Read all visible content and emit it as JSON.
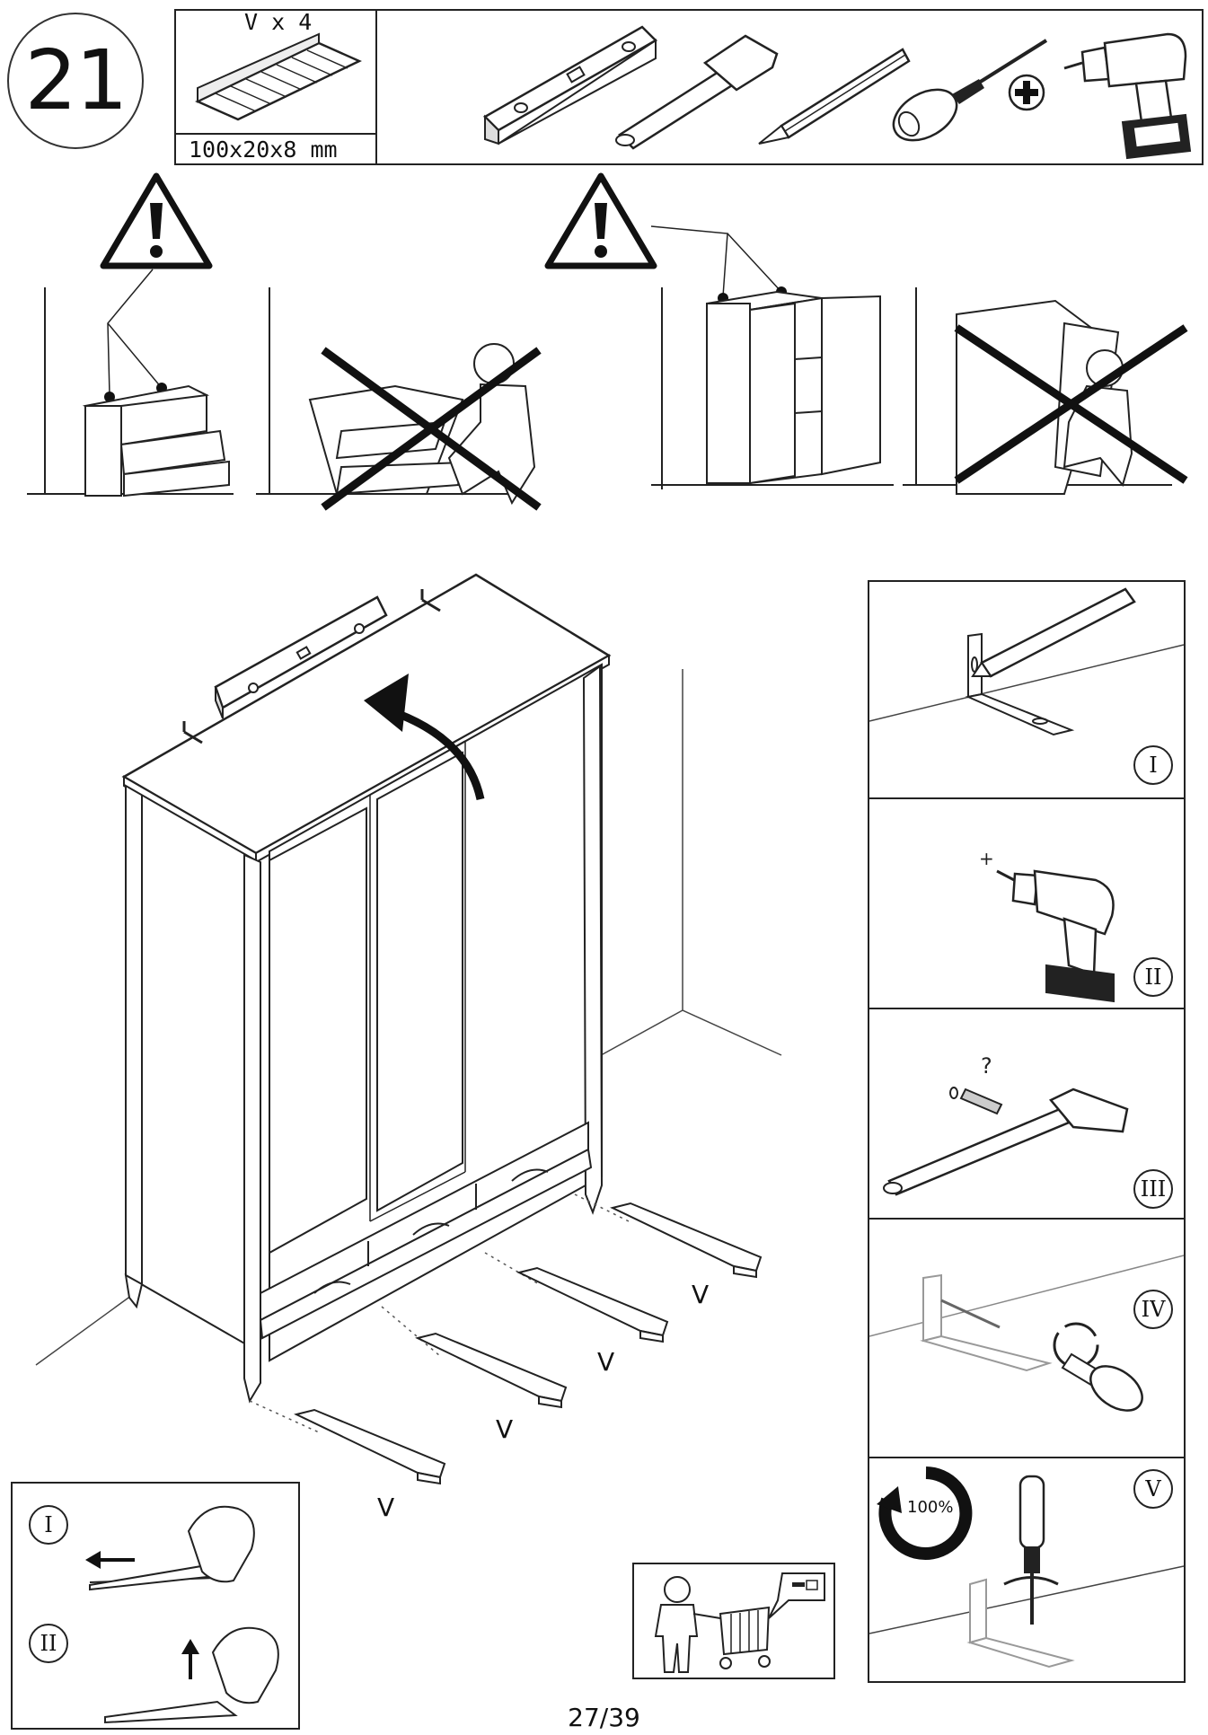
{
  "step": {
    "number": "21"
  },
  "parts": {
    "quantity": "V x 4",
    "dimensions": "100x20x8 mm"
  },
  "tools": {
    "icons": [
      "spirit-level-icon",
      "hammer-icon",
      "pencil-icon",
      "phillips-screwdriver-icon",
      "phillips-head-icon",
      "cordless-drill-icon"
    ]
  },
  "warnings": {
    "icon": "warning-triangle-icon"
  },
  "wedges": {
    "labels": [
      "V",
      "V",
      "V",
      "V"
    ]
  },
  "wall_steps": {
    "labels": [
      "I",
      "II",
      "III",
      "IV",
      "V"
    ],
    "rotation_label": "100%",
    "question_mark": "?"
  },
  "wedge_steps": {
    "labels": [
      "I",
      "II"
    ]
  },
  "shop": {
    "icon": "shopping-cart-icon"
  },
  "footer": {
    "page": "27/39"
  }
}
